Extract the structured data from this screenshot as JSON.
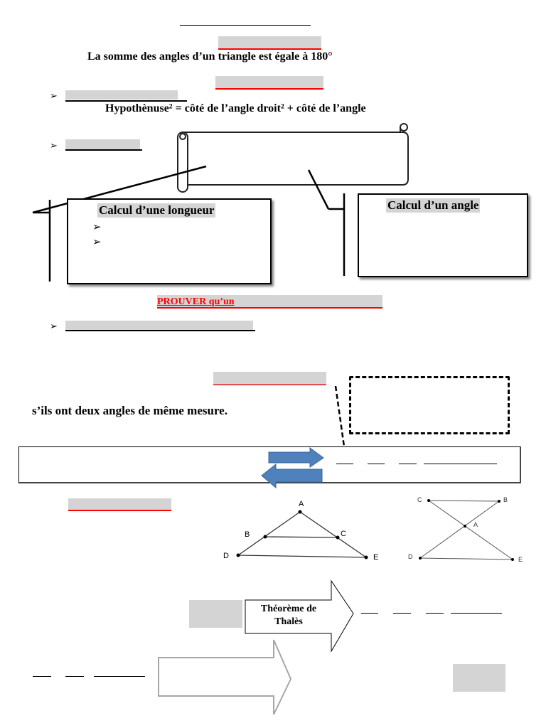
{
  "page": {
    "sections": {
      "triangle_angles": {
        "statement": "La somme des angles d’un triangle est égale à 180°"
      },
      "pythagore": {
        "formula": "Hypothènuse² = côté de l’angle droit² + côté de l’angle"
      },
      "trigonometry": {
        "box_length": {
          "title": "Calcul d’une longueur",
          "bullets": [
            "",
            ""
          ]
        },
        "box_angle": {
          "title": "Calcul d’un angle"
        }
      },
      "prove": {
        "heading": "PROUVER qu’un"
      },
      "similar_triangles": {
        "statement": "s’ils ont deux angles de même mesure."
      },
      "thales": {
        "arrow_label_line1": "Théorème de",
        "arrow_label_line2": "Thalès",
        "figure1_points": [
          "A",
          "B",
          "C",
          "D",
          "E"
        ],
        "figure2_points": [
          "C",
          "B",
          "A",
          "D",
          "E"
        ]
      }
    },
    "icons": {
      "bullet": "➢"
    },
    "colors": {
      "redaction_gray": "#d4d4d4",
      "heading_red": "#ff0000",
      "arrow_blue": "#4f81bd",
      "arrow_gray": "#a6a6a6"
    }
  }
}
